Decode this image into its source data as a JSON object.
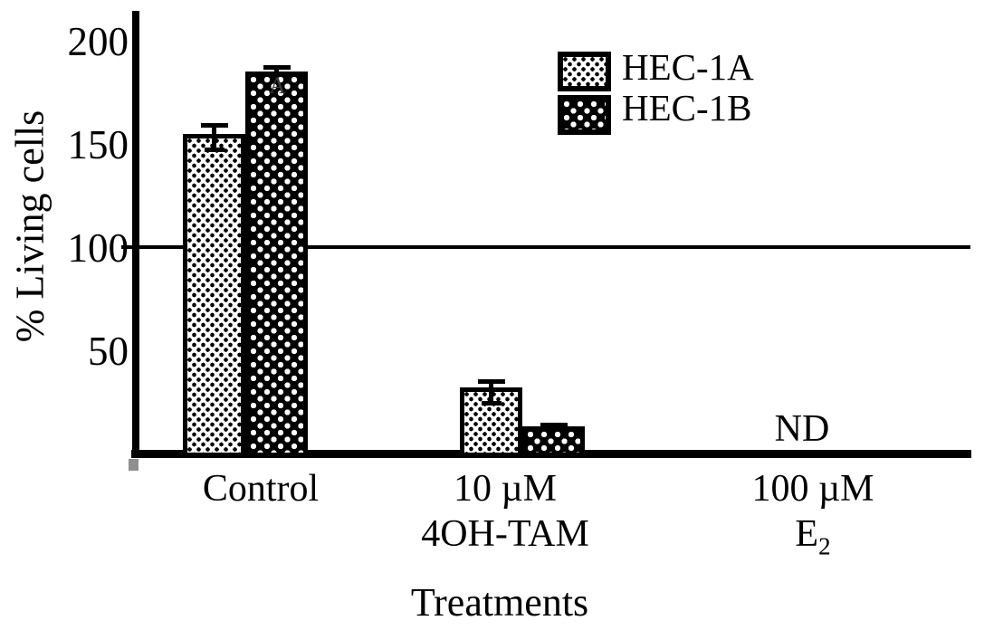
{
  "figure": {
    "background_color": "#ffffff",
    "ink_color": "#000000"
  },
  "chart_data": {
    "type": "bar",
    "title": "",
    "xlabel": "Treatments",
    "ylabel": "% Living cells",
    "categories": [
      "Control",
      "10 µM 4OH-TAM",
      "100 µM E2"
    ],
    "category_label_lines": [
      [
        "Control"
      ],
      [
        "10 µM",
        "4OH-TAM"
      ],
      [
        "100 µM",
        {
          "base": "E",
          "sub": "2"
        }
      ]
    ],
    "series": [
      {
        "name": "HEC-1A",
        "pattern": "black-dots-on-white",
        "values": [
          155,
          32,
          null
        ],
        "errors": [
          5,
          4,
          null
        ]
      },
      {
        "name": "HEC-1B",
        "pattern": "white-dots-on-black",
        "values": [
          185,
          13,
          null
        ],
        "errors": [
          3,
          2,
          null
        ]
      }
    ],
    "yticks": [
      200,
      150,
      100,
      50
    ],
    "ylim": [
      0,
      210
    ],
    "reference_line_y": 100,
    "grid": false,
    "legend_position": "upper-right",
    "annotations": [
      {
        "text": "ND",
        "category_index": 2,
        "meaning": "not determined"
      },
      {
        "text": "A",
        "category_index": 0,
        "series": "HEC-1B",
        "style": "faint"
      }
    ]
  },
  "legend": {
    "items": [
      {
        "label": "HEC-1A",
        "swatch": "black-dots-on-white"
      },
      {
        "label": "HEC-1B",
        "swatch": "white-dots-on-black"
      }
    ]
  }
}
